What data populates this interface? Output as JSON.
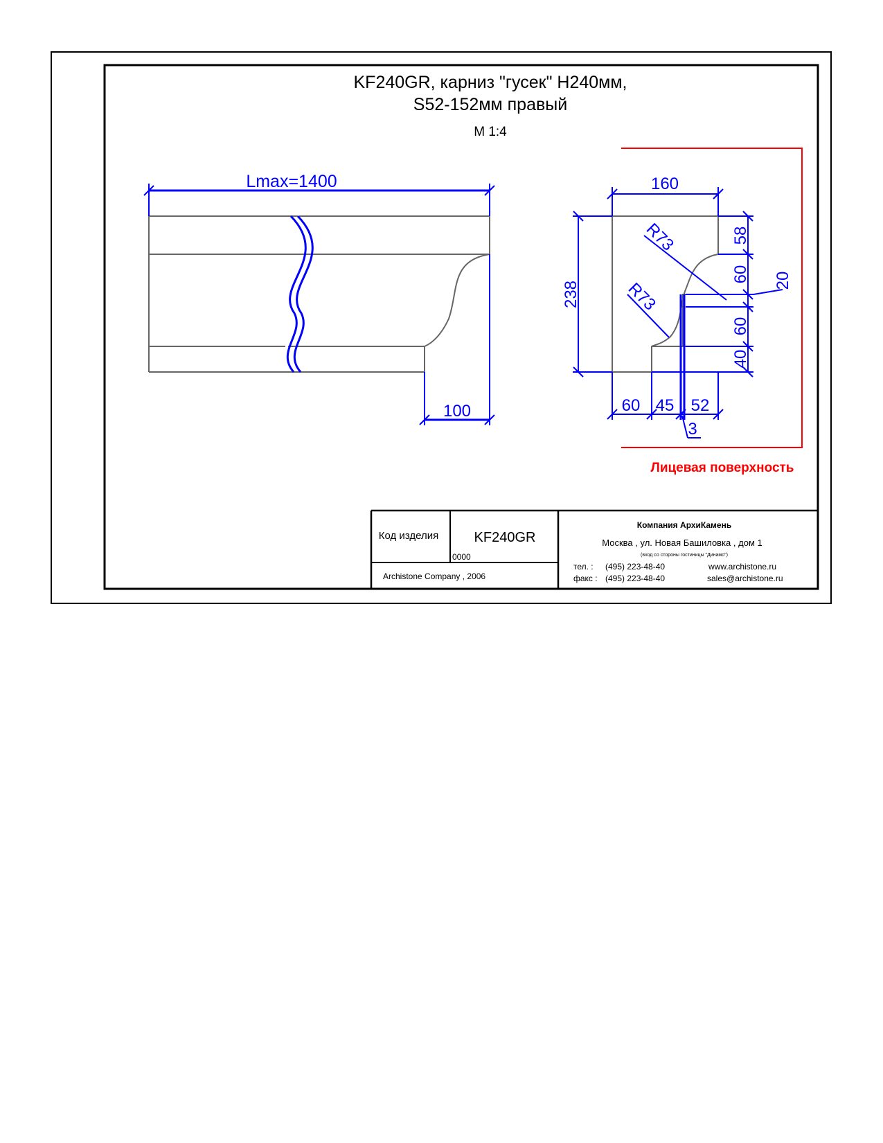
{
  "title": {
    "line1": "KF240GR, карниз \"гусек\" H240мм,",
    "line2": "S52-152мм правый",
    "scale": "М 1:4"
  },
  "side_view": {
    "length_label": "Lmax=1400",
    "depth_label": "100"
  },
  "section": {
    "width_top": "160",
    "height_total": "238",
    "radius_upper": "R73",
    "radius_lower": "R73",
    "right_dims": [
      "58",
      "60",
      "60",
      "40"
    ],
    "side_dim": "20",
    "bottom_dims": [
      "60",
      "45",
      "52"
    ],
    "gap_dim": "3",
    "face_label": "Лицевая поверхность"
  },
  "colors": {
    "dimension": "#0000ff",
    "outline": "#666666",
    "face": "#ff0000",
    "frame": "#000000"
  },
  "title_block": {
    "code_label": "Код изделия",
    "code_value": "KF240GR",
    "code_number": "0000",
    "company_year": "Archistone  Company ,  2006",
    "company_name": "Компания  АрхиКамень",
    "address": "Москва , ул. Новая Башиловка , дом 1",
    "address_note": "(вход со стороны гостиницы \"Динамо\")",
    "phone_label": "тел.   :",
    "phone": "(495) 223-48-40",
    "fax_label": "факс :",
    "fax": "(495) 223-48-40",
    "website": "www.archistone.ru",
    "email": "sales@archistone.ru"
  }
}
